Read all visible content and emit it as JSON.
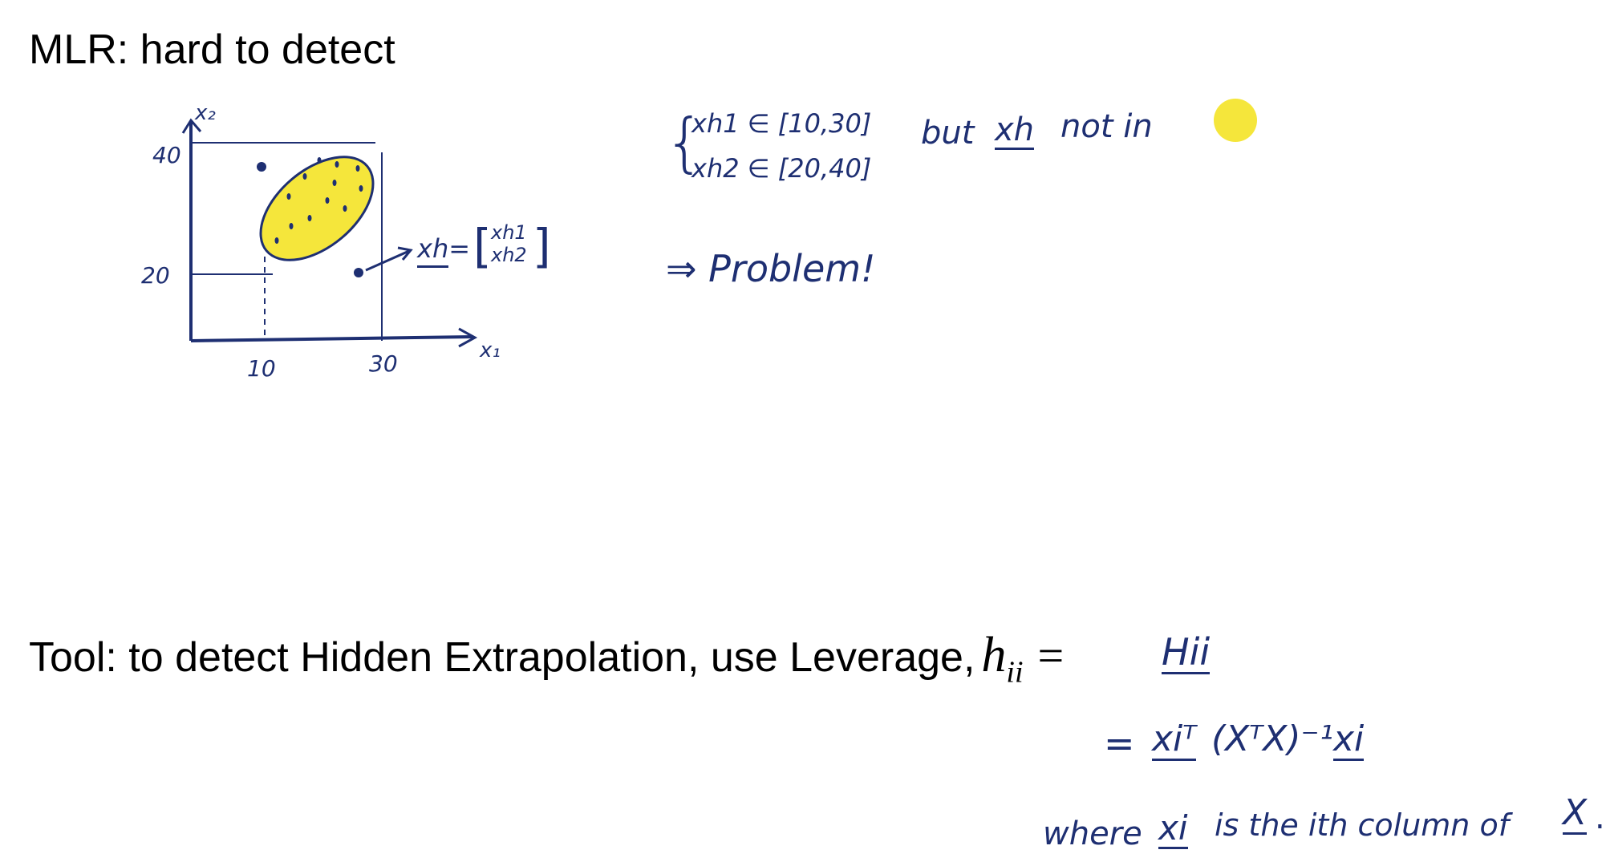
{
  "title": "MLR: hard to detect",
  "tool_text": "Tool: to detect Hidden Extrapolation, use Leverage,",
  "math": {
    "h": "h",
    "h_sub": "ii",
    "equals": "="
  },
  "colors": {
    "ink": "#1e2f72",
    "highlight": "#f5e63b"
  },
  "sketch": {
    "y_axis_label": "x₂",
    "x_axis_label": "x₁",
    "y_ticks": [
      "40",
      "20"
    ],
    "x_ticks": [
      "10",
      "30"
    ],
    "vector_label": "xh",
    "vector_eq": "=",
    "vector_entries": [
      "xh1",
      "xh2"
    ]
  },
  "notes": {
    "range1": "xh1 ∈ [10,30]",
    "range2": "xh2 ∈ [20,40]",
    "but_text": "but",
    "but_var": "xh",
    "not_in": "not in",
    "problem": "⇒ Problem!"
  },
  "derivation": {
    "rhs1": "Hii",
    "eq2": "=",
    "xi_t": "xiᵀ",
    "inv": "(XᵀX)⁻¹",
    "xi": "xi",
    "where": "where",
    "where_var": "xi",
    "where_rest": "is the ith column of",
    "matrix": "X",
    "period": "."
  }
}
